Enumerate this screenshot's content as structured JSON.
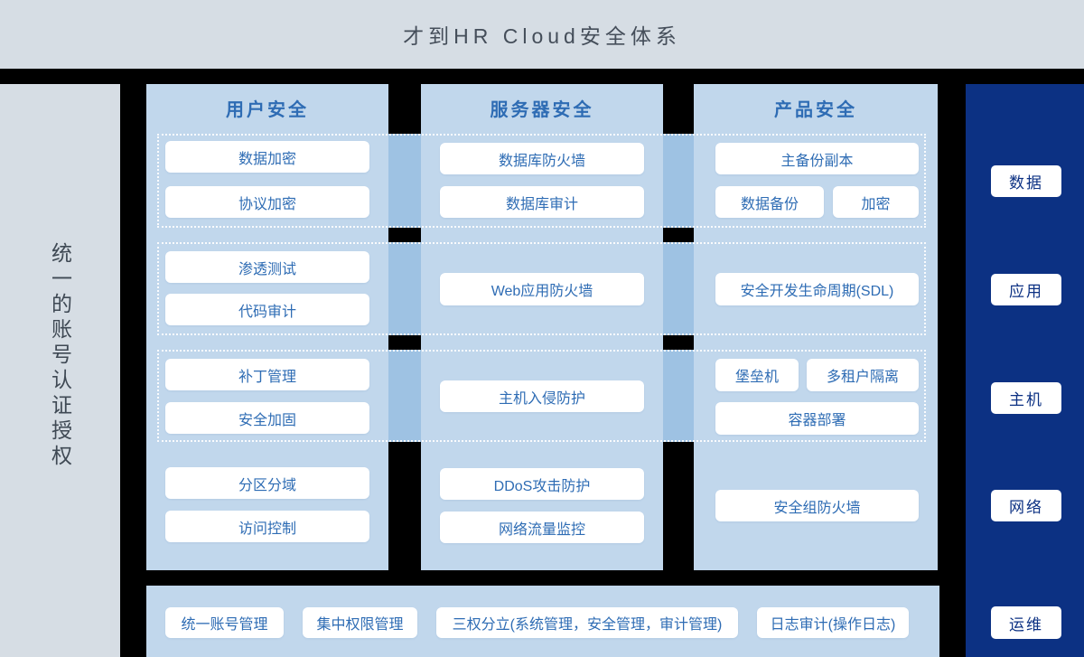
{
  "header": {
    "title": "才到HR Cloud安全体系"
  },
  "left_rail": {
    "label": "统一的账号认证授权"
  },
  "columns": {
    "user_security": {
      "header": "用户安全",
      "group1": [
        "数据加密",
        "协议加密"
      ],
      "group2": [
        "渗透测试",
        "代码审计"
      ],
      "group3": [
        "补丁管理",
        "安全加固"
      ],
      "group4": [
        "分区分域",
        "访问控制"
      ]
    },
    "server_security": {
      "header": "服务器安全",
      "group1": [
        "数据库防火墙",
        "数据库审计"
      ],
      "group2": [
        "Web应用防火墙"
      ],
      "group3": [
        "主机入侵防护"
      ],
      "group4": [
        "DDoS攻击防护",
        "网络流量监控"
      ]
    },
    "product_security": {
      "header": "产品安全",
      "group1": [
        "主备份副本",
        "数据备份",
        "加密"
      ],
      "group2": [
        "安全开发生命周期(SDL)"
      ],
      "group3": [
        "堡垒机",
        "多租户隔离",
        "容器部署"
      ],
      "group4": [
        "安全组防火墙"
      ]
    }
  },
  "right_rail": {
    "items": [
      "数据",
      "应用",
      "主机",
      "网络",
      "运维"
    ]
  },
  "bottom_bar": {
    "items": [
      "统一账号管理",
      "集中权限管理",
      "三权分立(系统管理，安全管理，审计管理)",
      "日志审计(操作日志)"
    ]
  },
  "colors": {
    "page_background": "#000000",
    "band_background": "#d6dde4",
    "panel_background": "#c1d7ec",
    "bridge_background": "#9ec2e3",
    "navy_background": "#0c3183",
    "accent_text": "#2e6cb4",
    "dark_text": "#454e5a"
  }
}
